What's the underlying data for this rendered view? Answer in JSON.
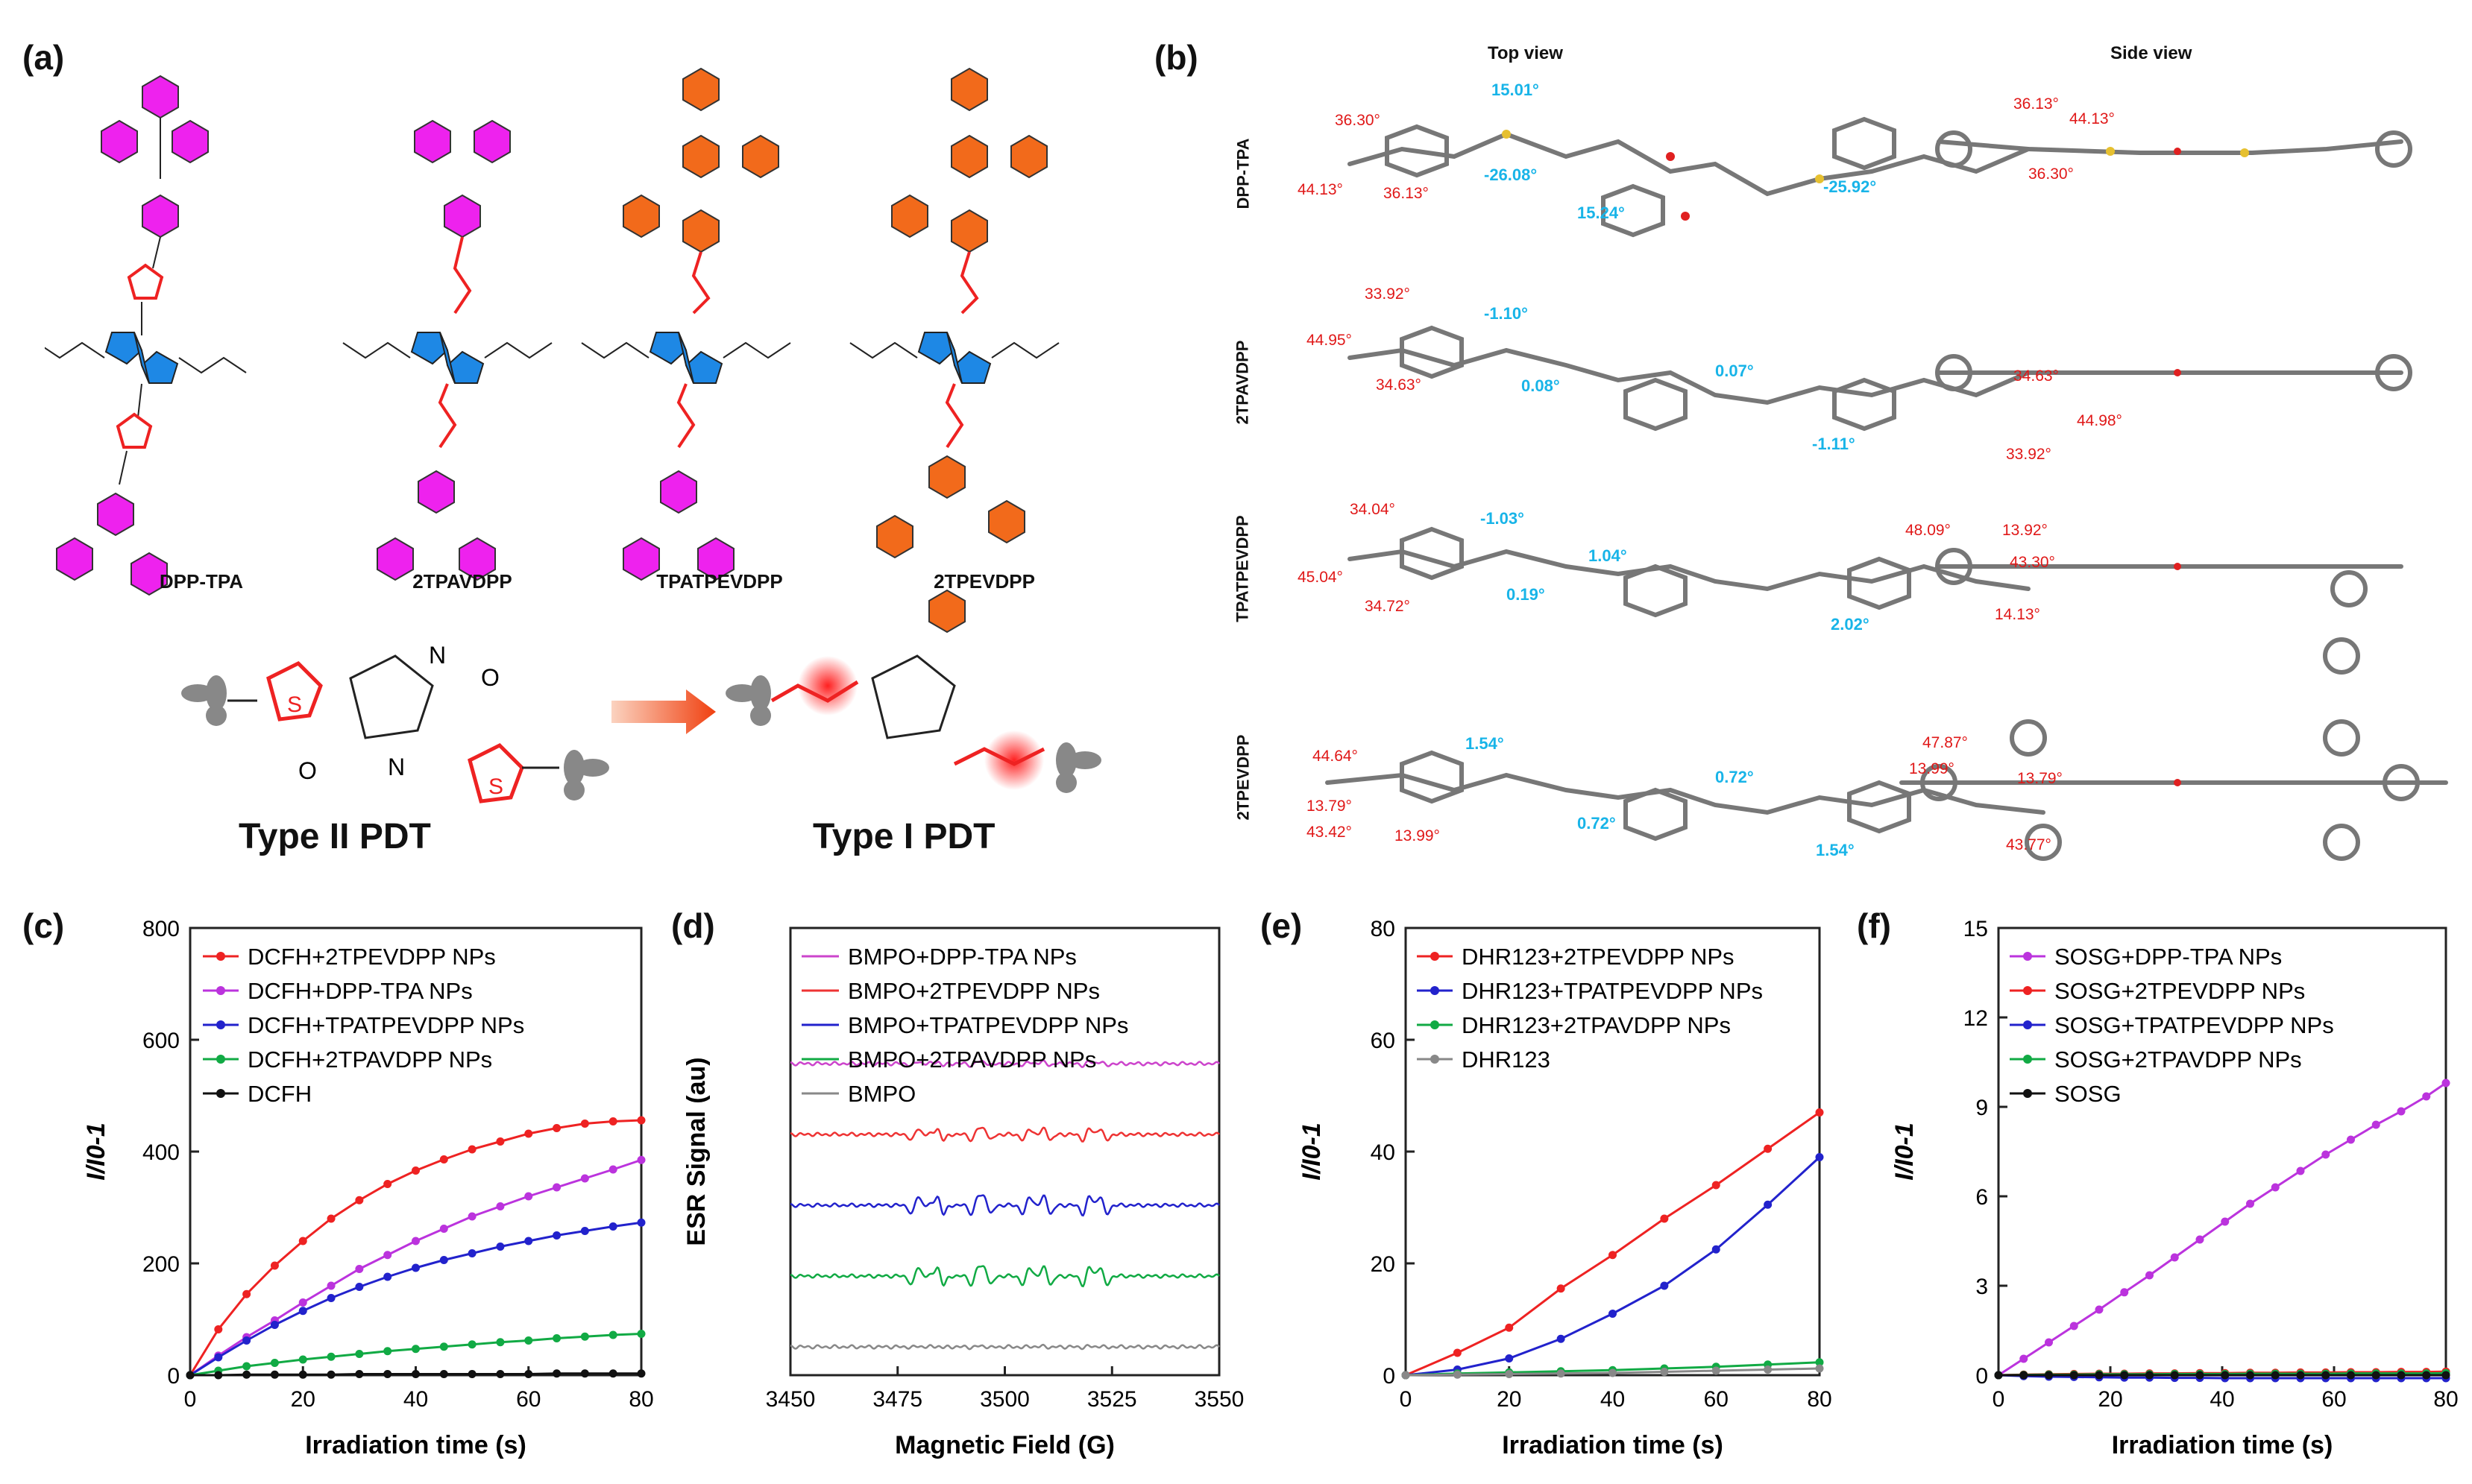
{
  "panels": {
    "a": "(a)",
    "b": "(b)",
    "c": "(c)",
    "d": "(d)",
    "e": "(e)",
    "f": "(f)"
  },
  "panel_a": {
    "molecules": [
      "DPP-TPA",
      "2TPAVDPP",
      "TPATPEVDPP",
      "2TPEVDPP"
    ],
    "type_labels": [
      "Type II PDT",
      "Type I PDT"
    ],
    "atom_labels": {
      "n": "N",
      "o": "O",
      "s": "S"
    }
  },
  "panel_b": {
    "top_view": "Top view",
    "side_view": "Side view",
    "rows": [
      {
        "label": "DPP-TPA",
        "red": [
          "36.30°",
          "44.13°",
          "36.13°",
          "36.13°",
          "44.13°",
          "36.30°"
        ],
        "cyan": [
          "15.01°",
          "-26.08°",
          "15.24°",
          "-25.92°"
        ]
      },
      {
        "label": "2TPAVDPP",
        "red": [
          "33.92°",
          "44.95°",
          "34.63°",
          "34.63°",
          "44.98°",
          "33.92°"
        ],
        "cyan": [
          "-1.10°",
          "0.08°",
          "0.07°",
          "-1.11°"
        ]
      },
      {
        "label": "TPATPEVDPP",
        "red": [
          "34.04°",
          "45.04°",
          "34.72°",
          "48.09°",
          "13.92°",
          "43.30°",
          "14.13°"
        ],
        "cyan": [
          "-1.03°",
          "0.19°",
          "1.04°",
          "2.02°"
        ]
      },
      {
        "label": "2TPEVDPP",
        "red": [
          "44.64°",
          "13.79°",
          "43.42°",
          "13.99°",
          "47.87°",
          "13.99°",
          "13.79°",
          "43.77°"
        ],
        "cyan": [
          "1.54°",
          "0.72°",
          "0.72°",
          "1.54°"
        ]
      }
    ]
  },
  "colors": {
    "red": "#ee2222",
    "purple": "#bb33dd",
    "blue": "#2222cc",
    "green": "#11aa44",
    "black": "#111111",
    "gray": "#888888",
    "magenta_ring": "#ee22ee",
    "orange_ring": "#f26a1b",
    "dpp_blue": "#1e88e5"
  },
  "chart_data": [
    {
      "id": "c",
      "type": "line",
      "xlabel": "Irradiation time (s)",
      "ylabel": "I/I0-1",
      "xlim": [
        0,
        80
      ],
      "ylim": [
        0,
        800
      ],
      "xticks": [
        0,
        20,
        40,
        60,
        80
      ],
      "yticks": [
        0,
        200,
        400,
        600,
        800
      ],
      "x": [
        0,
        5,
        10,
        15,
        20,
        25,
        30,
        35,
        40,
        45,
        50,
        55,
        60,
        65,
        70,
        75,
        80
      ],
      "series": [
        {
          "name": "DCFH+2TPEVDPP NPs",
          "color": "#ee2222",
          "values": [
            0,
            82,
            145,
            196,
            240,
            280,
            313,
            342,
            366,
            386,
            404,
            418,
            432,
            442,
            450,
            454,
            456
          ]
        },
        {
          "name": "DCFH+DPP-TPA NPs",
          "color": "#bb33dd",
          "values": [
            0,
            35,
            68,
            98,
            130,
            160,
            190,
            215,
            240,
            262,
            284,
            302,
            320,
            336,
            352,
            368,
            385
          ]
        },
        {
          "name": "DCFH+TPATPEVDPP NPs",
          "color": "#2222cc",
          "values": [
            0,
            32,
            62,
            90,
            115,
            138,
            158,
            176,
            192,
            206,
            218,
            230,
            240,
            250,
            258,
            266,
            273
          ]
        },
        {
          "name": "DCFH+2TPAVDPP NPs",
          "color": "#11aa44",
          "values": [
            0,
            8,
            16,
            22,
            28,
            33,
            38,
            43,
            47,
            51,
            55,
            59,
            62,
            66,
            69,
            72,
            74
          ]
        },
        {
          "name": "DCFH",
          "color": "#111111",
          "values": [
            0,
            0,
            1,
            1,
            1,
            1,
            2,
            2,
            2,
            2,
            2,
            2,
            2,
            3,
            3,
            3,
            3
          ]
        }
      ]
    },
    {
      "id": "d",
      "type": "line",
      "xlabel": "Magnetic Field (G)",
      "ylabel": "ESR Signal (au)",
      "xlim": [
        3450,
        3550
      ],
      "xticks": [
        3450,
        3475,
        3500,
        3525,
        3550
      ],
      "series": [
        {
          "name": "BMPO+DPP-TPA NPs",
          "color": "#cc44cc",
          "offset": 4,
          "amp": 0.15
        },
        {
          "name": "BMPO+2TPEVDPP NPs",
          "color": "#ee3333",
          "offset": 3,
          "amp": 0.45
        },
        {
          "name": "BMPO+TPATPEVDPP NPs",
          "color": "#2222cc",
          "offset": 2,
          "amp": 0.7
        },
        {
          "name": "BMPO+2TPAVDPP NPs",
          "color": "#11aa44",
          "offset": 1,
          "amp": 0.7
        },
        {
          "name": "BMPO",
          "color": "#888888",
          "offset": 0,
          "amp": 0.05
        }
      ],
      "peak_fields": [
        3479,
        3485,
        3493,
        3496,
        3505,
        3510,
        3519,
        3523
      ]
    },
    {
      "id": "e",
      "type": "line",
      "xlabel": "Irradiation time (s)",
      "ylabel": "I/I0-1",
      "xlim": [
        0,
        80
      ],
      "ylim": [
        0,
        80
      ],
      "xticks": [
        0,
        20,
        40,
        60,
        80
      ],
      "yticks": [
        0,
        20,
        40,
        60,
        80
      ],
      "x": [
        0,
        10,
        20,
        30,
        40,
        50,
        60,
        70,
        80
      ],
      "series": [
        {
          "name": "DHR123+2TPEVDPP NPs",
          "color": "#ee2222",
          "values": [
            0,
            4,
            8.5,
            15.5,
            21.5,
            28,
            34,
            40.5,
            47
          ]
        },
        {
          "name": "DHR123+TPATPEVDPP NPs",
          "color": "#2222cc",
          "values": [
            0,
            1,
            3,
            6.5,
            11,
            16,
            22.5,
            30.5,
            39
          ]
        },
        {
          "name": "DHR123+2TPAVDPP NPs",
          "color": "#11aa44",
          "values": [
            0,
            0.3,
            0.5,
            0.7,
            0.9,
            1.2,
            1.5,
            1.9,
            2.3
          ]
        },
        {
          "name": "DHR123",
          "color": "#888888",
          "values": [
            0,
            0.1,
            0.2,
            0.3,
            0.4,
            0.6,
            0.8,
            1.0,
            1.2
          ]
        }
      ]
    },
    {
      "id": "f",
      "type": "line",
      "xlabel": "Irradiation time (s)",
      "ylabel": "I/I0-1",
      "xlim": [
        0,
        80
      ],
      "ylim": [
        0,
        15
      ],
      "xticks": [
        0,
        20,
        40,
        60,
        80
      ],
      "yticks": [
        0,
        3,
        6,
        9,
        12,
        15
      ],
      "x": [
        0,
        4.5,
        9,
        13.5,
        18,
        22.5,
        27,
        31.5,
        36,
        40.5,
        45,
        49.5,
        54,
        58.5,
        63,
        67.5,
        72,
        76.5,
        80
      ],
      "series": [
        {
          "name": "SOSG+DPP-TPA NPs",
          "color": "#bb33dd",
          "values": [
            0,
            0.55,
            1.1,
            1.65,
            2.2,
            2.78,
            3.35,
            3.95,
            4.55,
            5.15,
            5.75,
            6.3,
            6.85,
            7.4,
            7.9,
            8.4,
            8.85,
            9.35,
            9.8
          ]
        },
        {
          "name": "SOSG+2TPEVDPP NPs",
          "color": "#ee2222",
          "values": [
            0,
            0.02,
            0.03,
            0.04,
            0.05,
            0.05,
            0.06,
            0.06,
            0.07,
            0.07,
            0.08,
            0.08,
            0.09,
            0.09,
            0.1,
            0.1,
            0.11,
            0.11,
            0.12
          ]
        },
        {
          "name": "SOSG+TPATPEVDPP NPs",
          "color": "#2222cc",
          "values": [
            0,
            -0.03,
            -0.05,
            -0.06,
            -0.07,
            -0.08,
            -0.08,
            -0.09,
            -0.09,
            -0.1,
            -0.1,
            -0.1,
            -0.1,
            -0.1,
            -0.1,
            -0.1,
            -0.1,
            -0.1,
            -0.1
          ]
        },
        {
          "name": "SOSG+2TPAVDPP NPs",
          "color": "#11aa44",
          "values": [
            0,
            0.01,
            0.02,
            0.02,
            0.03,
            0.03,
            0.03,
            0.04,
            0.04,
            0.04,
            0.05,
            0.05,
            0.05,
            0.05,
            0.06,
            0.06,
            0.06,
            0.06,
            0.07
          ]
        },
        {
          "name": "SOSG",
          "color": "#111111",
          "values": [
            0,
            0,
            0,
            0,
            0,
            0,
            0,
            0,
            0,
            0,
            0,
            0,
            0,
            0,
            0,
            0,
            0,
            0,
            0
          ]
        }
      ]
    }
  ]
}
